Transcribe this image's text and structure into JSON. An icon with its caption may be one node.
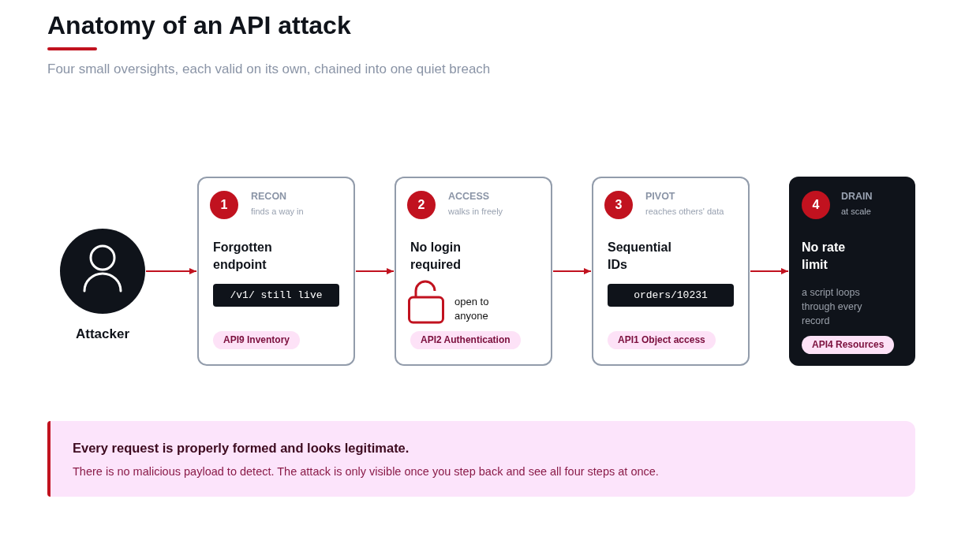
{
  "diagram": {
    "title": "Anatomy of an API attack",
    "nodes": [
      {
        "text": [
          "Attacker"
        ]
      },
      {
        "text": [
          "RECON",
          "finds a way in",
          "Forgotten endpoint"
        ]
      },
      {
        "text": [
          "1"
        ],
        "in": 1
      },
      {
        "text": [
          "/v1/ still live"
        ],
        "in": 1
      },
      {
        "text": [
          "API9 Inventory"
        ],
        "in": 1
      },
      {
        "text": [
          "ACCESS",
          "walks in freely",
          "No login required",
          "open to anyone"
        ]
      },
      {
        "text": [
          "2"
        ],
        "in": 5
      },
      {
        "text": [
          "API2 Authentication"
        ],
        "in": 5
      },
      {
        "text": [
          "PIVOT",
          "reaches others' data",
          "Sequential IDs"
        ]
      },
      {
        "text": [
          "3"
        ],
        "in": 8
      },
      {
        "text": [
          "orders/10231"
        ],
        "in": 8
      },
      {
        "text": [
          "API1 Object access"
        ],
        "in": 8
      },
      {
        "text": [
          "DRAIN",
          "at scale",
          "No rate limit",
          "a script loops through every record"
        ]
      },
      {
        "text": [
          "4"
        ],
        "in": 12
      },
      {
        "text": [
          "API4 Resources"
        ],
        "in": 12
      },
      {
        "text": [
          "Every request is properly formed and looks legitimate.",
          "There is no malicious payload to detect. The attack is only visible once you step back and see all four steps at once."
        ]
      }
    ],
    "edges": [
      {
        "from": 0,
        "to": 1,
        "arrow": "to"
      },
      {
        "from": 1,
        "to": 5,
        "arrow": "to"
      },
      {
        "from": 5,
        "to": 8,
        "arrow": "to"
      },
      {
        "from": 8,
        "to": 12,
        "arrow": "to"
      }
    ],
    "labels": [
      "Four small oversights, each valid on its own, chained into one quiet breach"
    ]
  }
}
